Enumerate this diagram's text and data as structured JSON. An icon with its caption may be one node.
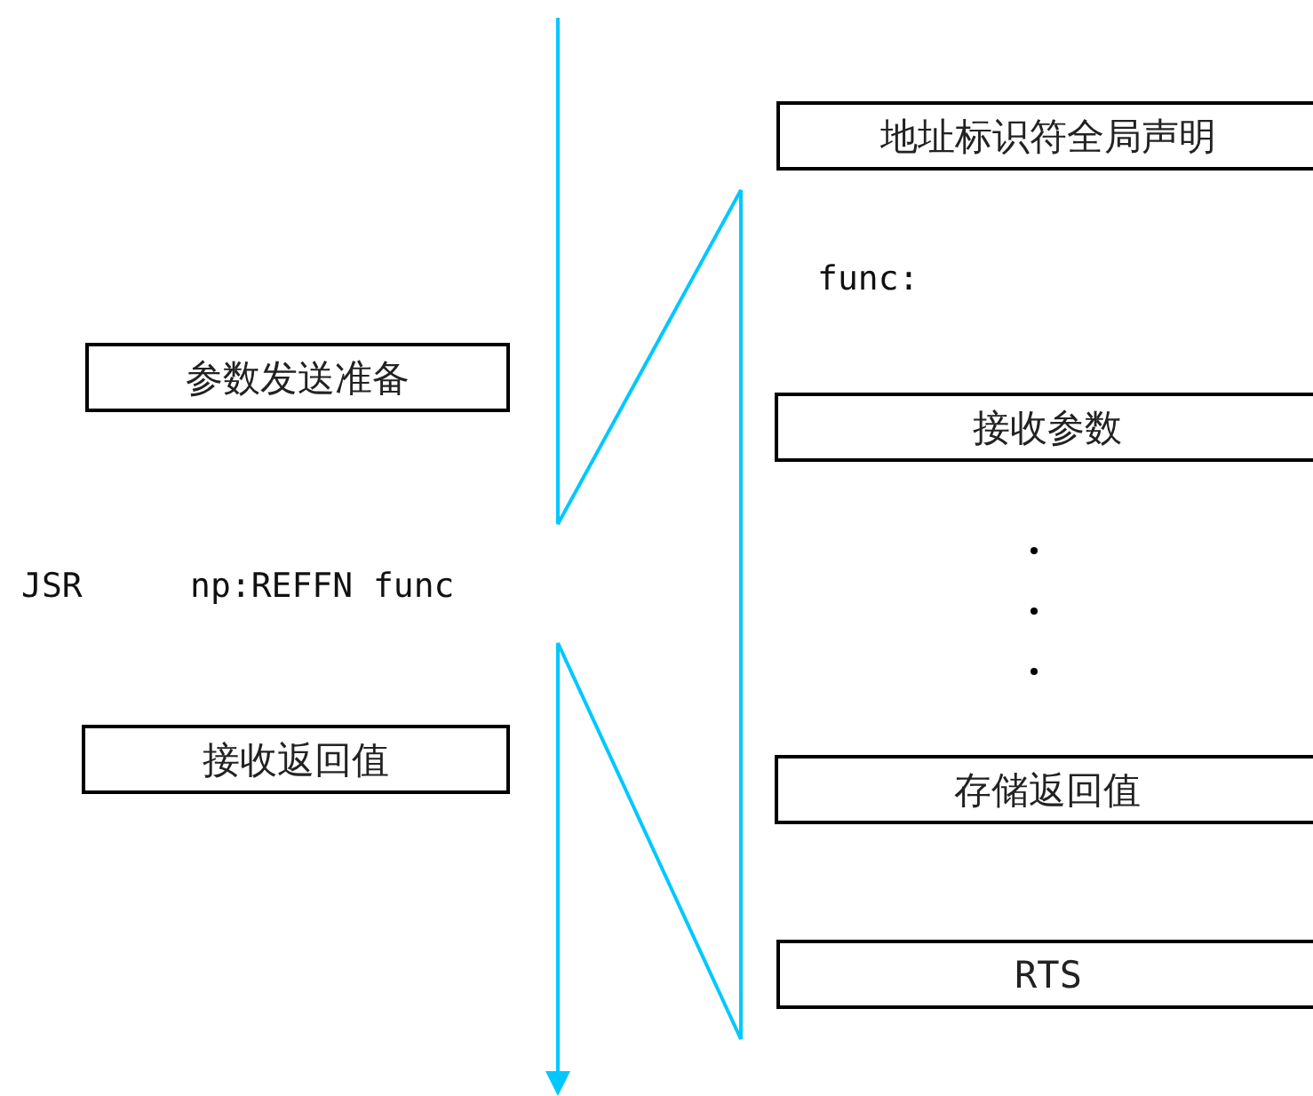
{
  "diagram": {
    "nodes": [
      {
        "text": [
          "地址标识符全局声明"
        ]
      },
      {
        "text": [
          "参数发送准备"
        ]
      },
      {
        "text": [
          "接收参数"
        ]
      },
      {
        "text": [
          "接收返回值"
        ]
      },
      {
        "text": [
          "存储返回值"
        ]
      },
      {
        "text": [
          "RTS"
        ]
      }
    ],
    "labels": [
      "func:",
      "JSR",
      "np:REFFN func"
    ]
  }
}
